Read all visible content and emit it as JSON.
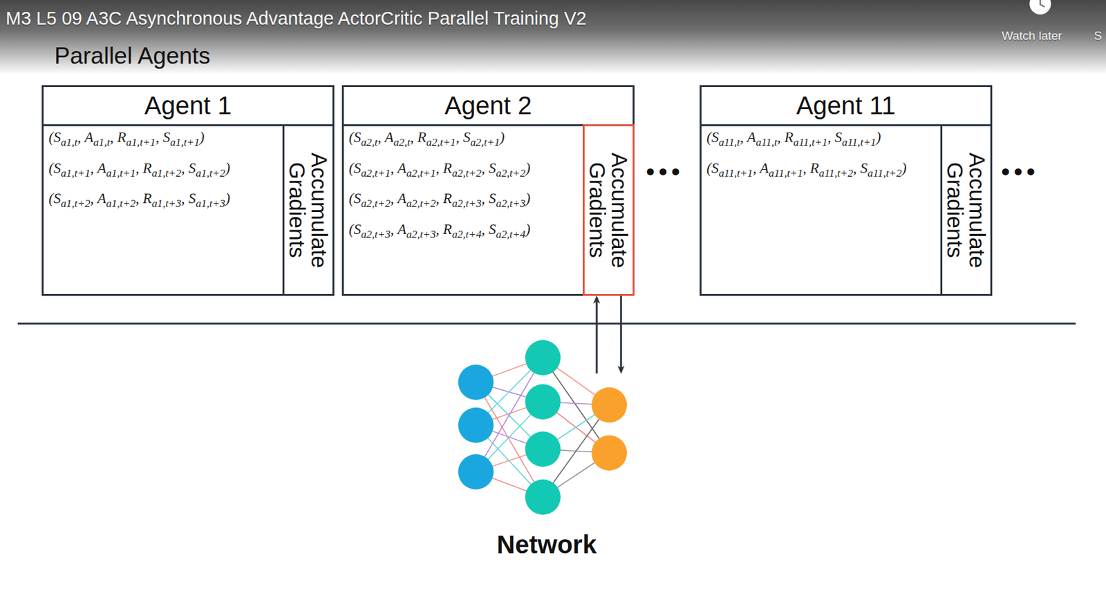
{
  "diagram": {
    "title": "Parallel Agents",
    "nodes": [
      {
        "text": [
          "Agent 1",
          "(Sa1,t, Aa1,t, Ra1,t+1, Sa1,t+1)",
          "(Sa1,t+1, Aa1,t+1, Ra1,t+2, Sa1,t+2)",
          "(Sa1,t+2, Aa1,t+2, Ra1,t+3, Sa1,t+3)"
        ]
      },
      {
        "text": [
          "Accumulate Gradients"
        ],
        "in": 0
      },
      {
        "text": [
          "Agent 2",
          "(Sa2,t, Aa2,t, Ra2,t+1, Sa2,t+1)",
          "(Sa2,t+1, Aa2,t+1, Ra2,t+2, Sa2,t+2)",
          "(Sa2,t+2, Aa2,t+2, Ra2,t+3, Sa2,t+3)",
          "(Sa2,t+3, Aa2,t+3, Ra2,t+4, Sa2,t+4)"
        ]
      },
      {
        "text": [
          "Accumulate Gradients"
        ],
        "in": 2
      },
      {
        "text": [
          "Agent 11",
          "(Sa11,t, Aa11,t, Ra11,t+1, Sa11,t+1)",
          "(Sa11,t+1, Aa11,t+1, Ra11,t+2, Sa11,t+2)"
        ]
      },
      {
        "text": [
          "Accumulate Gradients"
        ],
        "in": 4
      },
      {
        "text": [
          "Network"
        ]
      }
    ],
    "edges": [
      {
        "from": 6,
        "to": 3,
        "arrow": "to"
      },
      {
        "from": 3,
        "to": 6,
        "arrow": "to"
      }
    ],
    "labels": [
      "M3 L5 09 A3C Asynchronous Advantage ActorCritic Parallel Training V2",
      "Watch later",
      "S",
      "•••",
      "•••"
    ]
  }
}
